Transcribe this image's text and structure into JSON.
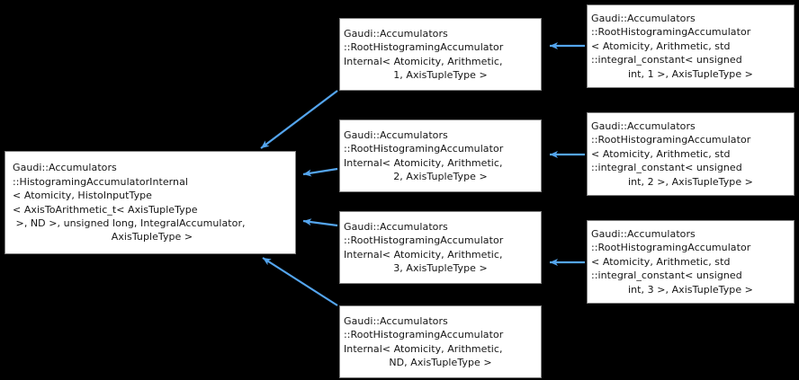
{
  "diagram": {
    "type": "class-inheritance-graph",
    "background_color": "#000000",
    "node_fill_color": "#ffffff",
    "node_border_color": "#808080",
    "node_text_color": "#151515",
    "edge_color": "#54a5ee",
    "edge_meaning": "inheritance (arrow points from derived class to base class)"
  },
  "nodes": {
    "base": {
      "id": "node-base",
      "lines": [
        "Gaudi::Accumulators",
        "::HistogramingAccumulatorInternal",
        "< Atomicity, HistoInputType",
        "< AxisToArithmetic_t< AxisTupleType",
        " >, ND >, unsigned long, IntegralAccumulator,",
        "AxisTupleType >"
      ]
    },
    "middle": [
      {
        "id": "node-mid-1",
        "lines": [
          "Gaudi::Accumulators",
          "::RootHistogramingAccumulator",
          "Internal< Atomicity, Arithmetic,",
          "1, AxisTupleType >"
        ]
      },
      {
        "id": "node-mid-2",
        "lines": [
          "Gaudi::Accumulators",
          "::RootHistogramingAccumulator",
          "Internal< Atomicity, Arithmetic,",
          "2, AxisTupleType >"
        ]
      },
      {
        "id": "node-mid-3",
        "lines": [
          "Gaudi::Accumulators",
          "::RootHistogramingAccumulator",
          "Internal< Atomicity, Arithmetic,",
          "3, AxisTupleType >"
        ]
      },
      {
        "id": "node-mid-nd",
        "lines": [
          "Gaudi::Accumulators",
          "::RootHistogramingAccumulator",
          "Internal< Atomicity, Arithmetic,",
          "ND, AxisTupleType >"
        ]
      }
    ],
    "right": [
      {
        "id": "node-right-1",
        "lines": [
          "Gaudi::Accumulators",
          "::RootHistogramingAccumulator",
          "< Atomicity, Arithmetic, std",
          "::integral_constant< unsigned",
          "int, 1 >, AxisTupleType >"
        ]
      },
      {
        "id": "node-right-2",
        "lines": [
          "Gaudi::Accumulators",
          "::RootHistogramingAccumulator",
          "< Atomicity, Arithmetic, std",
          "::integral_constant< unsigned",
          "int, 2 >, AxisTupleType >"
        ]
      },
      {
        "id": "node-right-3",
        "lines": [
          "Gaudi::Accumulators",
          "::RootHistogramingAccumulator",
          "< Atomicity, Arithmetic, std",
          "::integral_constant< unsigned",
          "int, 3 >, AxisTupleType >"
        ]
      }
    ]
  },
  "edges": [
    {
      "from": "node-mid-1",
      "to": "node-base",
      "name": "edge-mid1-to-base"
    },
    {
      "from": "node-mid-2",
      "to": "node-base",
      "name": "edge-mid2-to-base"
    },
    {
      "from": "node-mid-3",
      "to": "node-base",
      "name": "edge-mid3-to-base"
    },
    {
      "from": "node-mid-nd",
      "to": "node-base",
      "name": "edge-midnd-to-base"
    },
    {
      "from": "node-right-1",
      "to": "node-mid-1",
      "name": "edge-right1-to-mid1"
    },
    {
      "from": "node-right-2",
      "to": "node-mid-2",
      "name": "edge-right2-to-mid2"
    },
    {
      "from": "node-right-3",
      "to": "node-mid-3",
      "name": "edge-right3-to-mid3"
    }
  ]
}
